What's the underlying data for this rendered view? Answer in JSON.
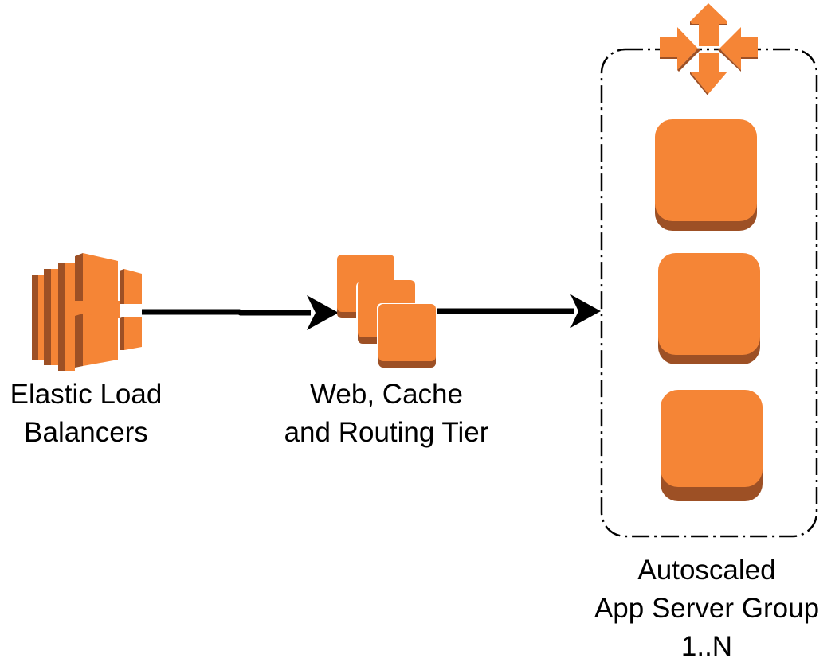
{
  "diagram": {
    "title": "AWS autoscaled web architecture",
    "colors": {
      "orange": "#F58536",
      "orange_dark": "#9D5025",
      "line": "#000000",
      "background": "#FFFFFF"
    },
    "nodes": [
      {
        "id": "elb",
        "icon": "elastic-load-balancer-icon",
        "label_lines": [
          "Elastic Load",
          "Balancers"
        ]
      },
      {
        "id": "web-tier",
        "icon": "instances-stack-icon",
        "label_lines": [
          "Web, Cache",
          "and Routing Tier"
        ]
      },
      {
        "id": "app-group",
        "icon": "autoscaling-icon",
        "label_lines": [
          "Autoscaled",
          "App Server Group",
          "1..N"
        ],
        "members": [
          {
            "icon": "instance-icon"
          },
          {
            "icon": "instance-icon"
          },
          {
            "icon": "instance-icon"
          }
        ],
        "border_style": "dash-dot"
      }
    ],
    "edges": [
      {
        "from": "elb",
        "to": "web-tier"
      },
      {
        "from": "web-tier",
        "to": "app-group"
      }
    ]
  }
}
